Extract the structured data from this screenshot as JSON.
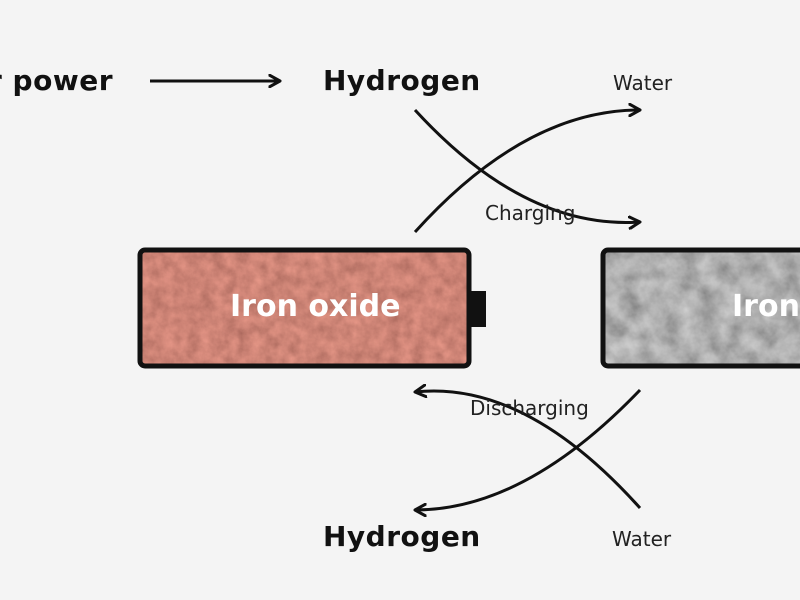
{
  "top_left": {
    "text": "r power"
  },
  "hydrogen_top": {
    "text": "Hydrogen"
  },
  "water_top": {
    "text": "Water"
  },
  "charging": {
    "text": "Charging"
  },
  "battery_left": {
    "label": "Iron oxide"
  },
  "battery_right": {
    "label": "Iron"
  },
  "discharging": {
    "text": "Discharging"
  },
  "hydrogen_bottom": {
    "text": "Hydrogen"
  },
  "water_bottom": {
    "text": "Water"
  },
  "colors": {
    "background": "#f4f4f4",
    "ink": "#111111",
    "rust": "#a04a3c",
    "iron": "#6a6a6a"
  }
}
